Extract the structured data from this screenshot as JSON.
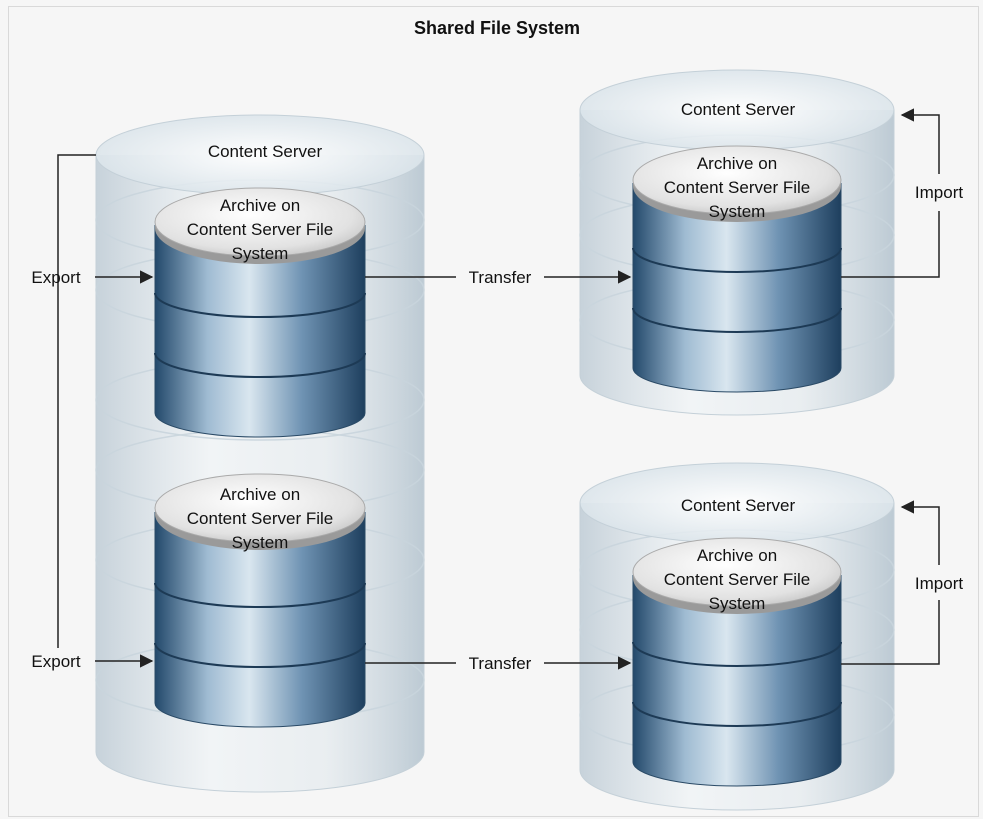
{
  "title": "Shared File System",
  "source_server": {
    "label": "Content Server",
    "archives": [
      {
        "label_lines": [
          "Archive on",
          "Content Server File",
          "System"
        ],
        "action": "Export",
        "transfer": "Transfer"
      },
      {
        "label_lines": [
          "Archive on",
          "Content Server File",
          "System"
        ],
        "action": "Export",
        "transfer": "Transfer"
      }
    ]
  },
  "target_servers": [
    {
      "label": "Content Server",
      "archive_lines": [
        "Archive on",
        "Content Server File",
        "System"
      ],
      "action": "Import"
    },
    {
      "label": "Content Server",
      "archive_lines": [
        "Archive on",
        "Content Server File",
        "System"
      ],
      "action": "Import"
    }
  ],
  "colors": {
    "background": "#f6f6f6",
    "cylinder_glass": "#cfdbe3",
    "archive_blue": "#6f93b3",
    "archive_top": "#d8d8d8",
    "line": "#222222"
  }
}
